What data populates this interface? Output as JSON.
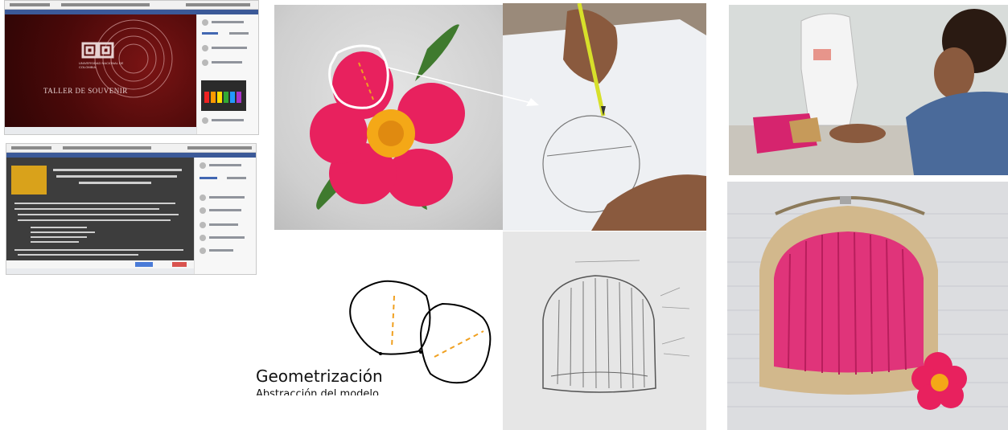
{
  "screenshots": {
    "top": {
      "logo_text": "UNIVERSIDAD NACIONAL DE COLOMBIA",
      "title": "TALLER DE SOUVENIR"
    },
    "bottom": {
      "banner_text": ""
    }
  },
  "labels": {
    "caption": "Geometrización",
    "caption_sub": "Abstracción del modelo"
  },
  "colors": {
    "flower_pink": "#e8215e",
    "flower_center": "#f4a817",
    "dash_orange": "#f0a020",
    "ppt_dark": "#3d3d3d",
    "ppt_gold": "#d9a21b",
    "dark_red": "#5a0c0c"
  }
}
